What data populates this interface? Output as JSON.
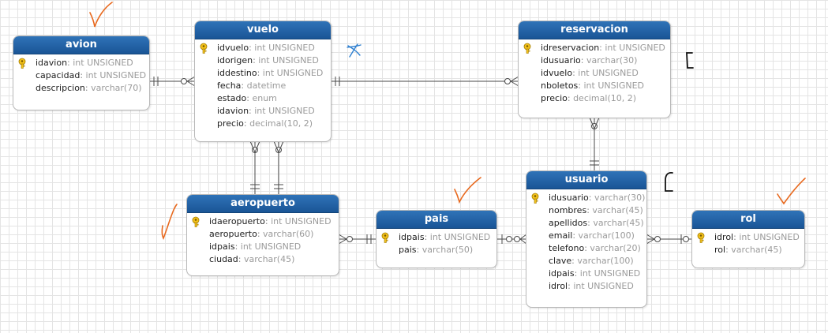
{
  "colors": {
    "header": "#1f5fa3",
    "relationship_line": "#4a4a4a",
    "annotation_orange": "#e8691e",
    "annotation_blue": "#2d7fd0",
    "annotation_black": "#111111"
  },
  "entities": {
    "avion": {
      "title": "avion",
      "fields": [
        {
          "name": "idavion",
          "sep": ": ",
          "type": "int UNSIGNED",
          "pk": true
        },
        {
          "name": "capacidad",
          "sep": ": ",
          "type": "int UNSIGNED",
          "pk": false
        },
        {
          "name": "descripcion",
          "sep": ": ",
          "type": "varchar(70)",
          "pk": false
        }
      ]
    },
    "vuelo": {
      "title": "vuelo",
      "fields": [
        {
          "name": "idvuelo",
          "sep": ": ",
          "type": "int UNSIGNED",
          "pk": true
        },
        {
          "name": "idorigen",
          "sep": ": ",
          "type": "int UNSIGNED",
          "pk": false
        },
        {
          "name": "iddestino",
          "sep": ": ",
          "type": "int UNSIGNED",
          "pk": false
        },
        {
          "name": "fecha",
          "sep": ": ",
          "type": "datetime",
          "pk": false
        },
        {
          "name": "estado",
          "sep": ": ",
          "type": "enum",
          "pk": false
        },
        {
          "name": "idavion",
          "sep": ": ",
          "type": "int UNSIGNED",
          "pk": false
        },
        {
          "name": "precio",
          "sep": ": ",
          "type": "decimal(10, 2)",
          "pk": false
        }
      ]
    },
    "reservacion": {
      "title": "reservacion",
      "fields": [
        {
          "name": "idreservacion",
          "sep": ": ",
          "type": "int UNSIGNED",
          "pk": true
        },
        {
          "name": "idusuario",
          "sep": ": ",
          "type": "varchar(30)",
          "pk": false
        },
        {
          "name": "idvuelo",
          "sep": ": ",
          "type": "int UNSIGNED",
          "pk": false
        },
        {
          "name": "nboletos",
          "sep": ": ",
          "type": "int UNSIGNED",
          "pk": false
        },
        {
          "name": "precio",
          "sep": ": ",
          "type": "decimal(10, 2)",
          "pk": false
        }
      ]
    },
    "aeropuerto": {
      "title": "aeropuerto",
      "fields": [
        {
          "name": "idaeropuerto",
          "sep": ": ",
          "type": "int UNSIGNED",
          "pk": true
        },
        {
          "name": "aeropuerto",
          "sep": ": ",
          "type": "varchar(60)",
          "pk": false
        },
        {
          "name": "idpais",
          "sep": ": ",
          "type": "int UNSIGNED",
          "pk": false
        },
        {
          "name": "ciudad",
          "sep": ": ",
          "type": "varchar(45)",
          "pk": false
        }
      ]
    },
    "pais": {
      "title": "pais",
      "fields": [
        {
          "name": "idpais",
          "sep": ": ",
          "type": "int UNSIGNED",
          "pk": true
        },
        {
          "name": "pais",
          "sep": ": ",
          "type": "varchar(50)",
          "pk": false
        }
      ]
    },
    "usuario": {
      "title": "usuario",
      "fields": [
        {
          "name": "idusuario",
          "sep": ": ",
          "type": "varchar(30)",
          "pk": true
        },
        {
          "name": "nombres",
          "sep": ": ",
          "type": "varchar(45)",
          "pk": false
        },
        {
          "name": "apellidos",
          "sep": ": ",
          "type": "varchar(45)",
          "pk": false
        },
        {
          "name": "email",
          "sep": ": ",
          "type": "varchar(100)",
          "pk": false
        },
        {
          "name": "telefono",
          "sep": ": ",
          "type": "varchar(20)",
          "pk": false
        },
        {
          "name": "clave",
          "sep": ": ",
          "type": "varchar(100)",
          "pk": false
        },
        {
          "name": "idpais",
          "sep": ": ",
          "type": "int UNSIGNED",
          "pk": false
        },
        {
          "name": "idrol",
          "sep": ": ",
          "type": "int UNSIGNED",
          "pk": false
        }
      ]
    },
    "rol": {
      "title": "rol",
      "fields": [
        {
          "name": "idrol",
          "sep": ": ",
          "type": "int UNSIGNED",
          "pk": true
        },
        {
          "name": "rol",
          "sep": ": ",
          "type": "varchar(45)",
          "pk": false
        }
      ]
    }
  },
  "relationships": [
    {
      "one": "avion",
      "many": "vuelo"
    },
    {
      "one": "vuelo",
      "many": "reservacion"
    },
    {
      "one": "aeropuerto",
      "many": "vuelo"
    },
    {
      "one": "aeropuerto",
      "many": "vuelo"
    },
    {
      "one": "pais",
      "many": "aeropuerto"
    },
    {
      "one": "pais",
      "many": "usuario"
    },
    {
      "one": "usuario",
      "many": "reservacion"
    },
    {
      "one": "rol",
      "many": "usuario"
    }
  ],
  "annotations": [
    {
      "kind": "checkmark",
      "color": "orange",
      "near": "avion"
    },
    {
      "kind": "cross",
      "color": "blue",
      "near": "vuelo"
    },
    {
      "kind": "bracket",
      "color": "black",
      "near": "reservacion"
    },
    {
      "kind": "checkmark",
      "color": "orange",
      "near": "aeropuerto"
    },
    {
      "kind": "checkmark",
      "color": "orange",
      "near": "pais"
    },
    {
      "kind": "bracket",
      "color": "black",
      "near": "usuario"
    },
    {
      "kind": "checkmark",
      "color": "orange",
      "near": "rol"
    }
  ]
}
